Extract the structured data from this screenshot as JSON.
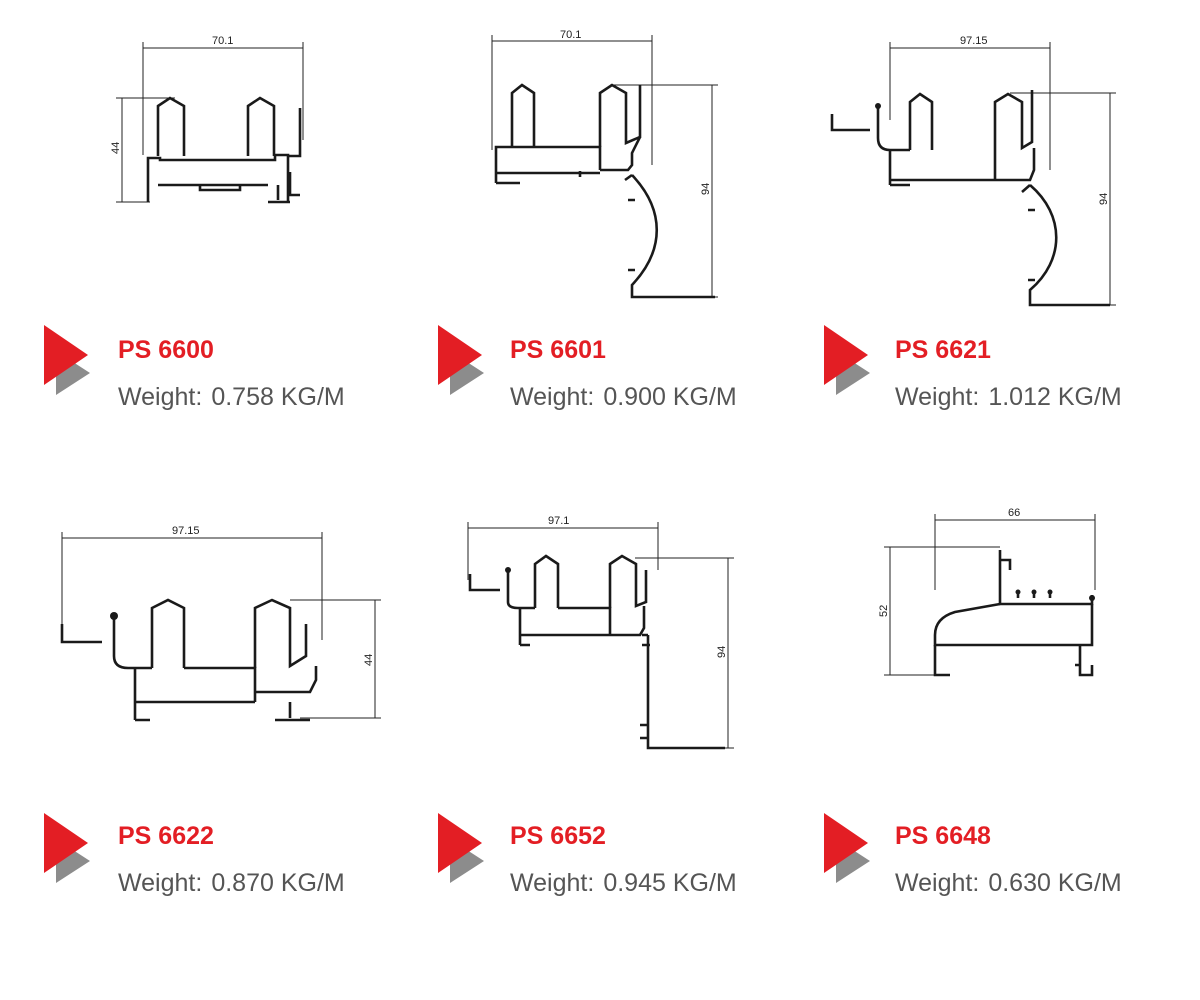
{
  "accent_color": "#e31e24",
  "arrow_gray": "#8c8c8c",
  "weight_label": "Weight:",
  "profiles": [
    {
      "code": "PS 6600",
      "weight": "0.758 KG/M",
      "dims": [
        "70.1",
        "44"
      ],
      "icon": "profile-drawing"
    },
    {
      "code": "PS 6601",
      "weight": "0.900 KG/M",
      "dims": [
        "70.1",
        "94"
      ],
      "icon": "profile-drawing"
    },
    {
      "code": "PS 6621",
      "weight": "1.012 KG/M",
      "dims": [
        "97.15",
        "94"
      ],
      "icon": "profile-drawing"
    },
    {
      "code": "PS 6622",
      "weight": "0.870 KG/M",
      "dims": [
        "97.15",
        "44"
      ],
      "icon": "profile-drawing"
    },
    {
      "code": "PS 6652",
      "weight": "0.945 KG/M",
      "dims": [
        "97.1",
        "94"
      ],
      "icon": "profile-drawing"
    },
    {
      "code": "PS 6648",
      "weight": "0.630 KG/M",
      "dims": [
        "66",
        "52"
      ],
      "icon": "profile-drawing"
    }
  ]
}
